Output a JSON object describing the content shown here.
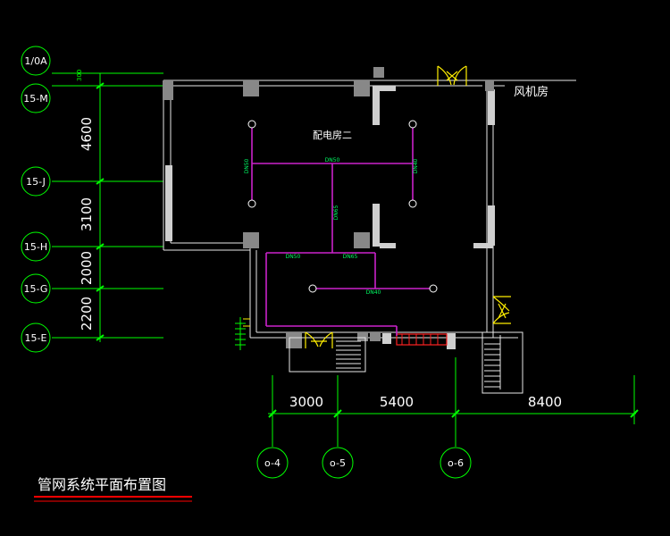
{
  "drawing": {
    "title": "管网系统平面布置图",
    "room_main": "配电房二",
    "room_side": "风机房",
    "title_underline_color": "#ff0000",
    "grid_color": "#00ff00",
    "pipe_color": "#cc22cc",
    "door_color": "#ffee00"
  },
  "grid_rows": [
    {
      "label": "1/0A"
    },
    {
      "label": "15-M"
    },
    {
      "label": "15-J"
    },
    {
      "label": "15-H"
    },
    {
      "label": "15-G"
    },
    {
      "label": "15-E"
    }
  ],
  "grid_cols": [
    {
      "label": "o-4"
    },
    {
      "label": "o-5"
    },
    {
      "label": "o-6"
    }
  ],
  "dims_vertical": [
    "4600",
    "3100",
    "2000",
    "2200"
  ],
  "dims_horizontal": [
    "3000",
    "5400",
    "8400"
  ],
  "pipe_labels": {
    "dn50_left": "DN50",
    "dn50_top": "DN50",
    "dn40_right": "DN40",
    "dn65_vertical": "DN65",
    "dn50_lower": "DN50",
    "dn65_lower": "DN65",
    "dn40_lower": "DN40"
  }
}
